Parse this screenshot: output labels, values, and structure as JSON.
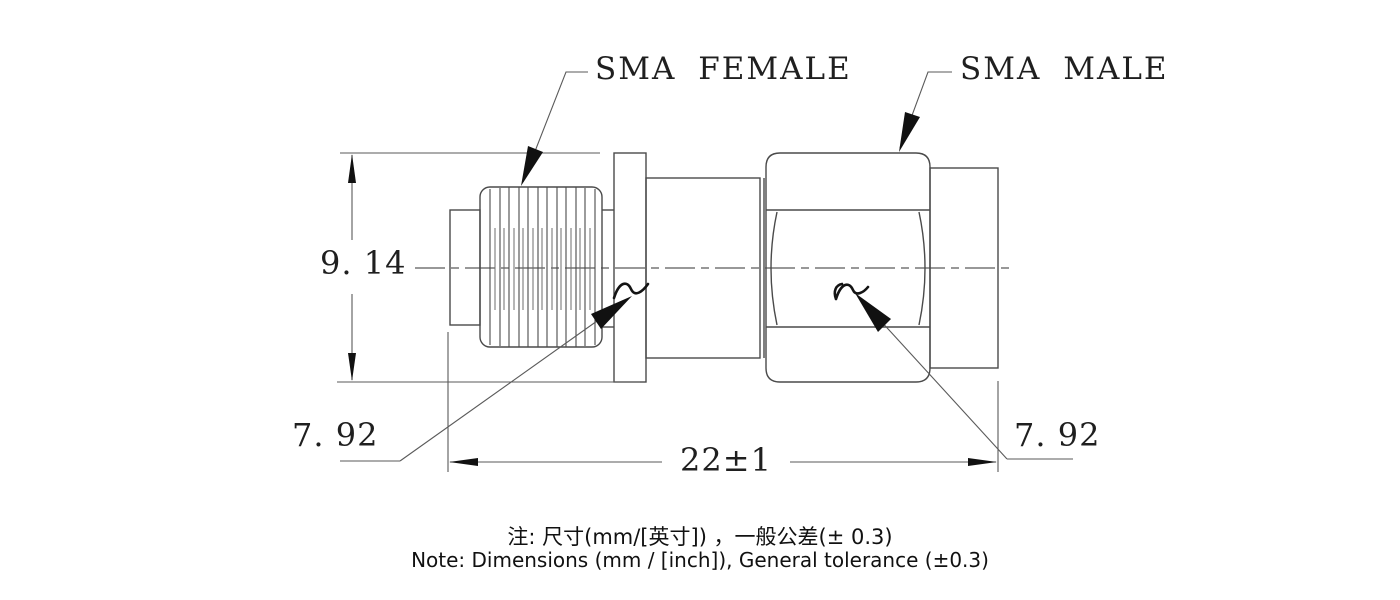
{
  "drawing": {
    "title_labels": {
      "female": "SMA FEMALE",
      "male": "SMA MALE"
    },
    "dimensions": {
      "overall_height": "9. 14",
      "female_side": "7. 92",
      "overall_length": "22±1",
      "male_side": "7. 92"
    },
    "notes": {
      "zh": "注: 尺寸(mm/[英寸]) ，一般公差(± 0.3)",
      "en": "Note: Dimensions (mm / [inch]), General tolerance (±0.3)"
    },
    "colors": {
      "background": "#ffffff",
      "part_line": "#4a4a4a",
      "dim_line": "#5a5a5a",
      "arrow": "#111111",
      "text": "#1f1f1f"
    }
  }
}
